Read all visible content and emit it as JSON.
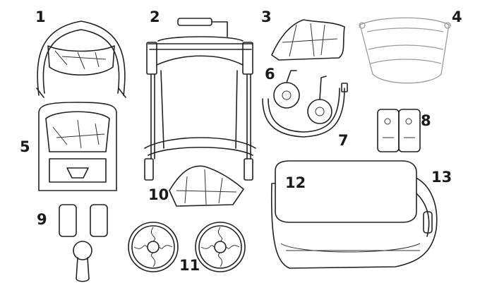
{
  "diagram": {
    "parts": [
      {
        "id": "p1",
        "number": "1",
        "icon": "canopy-icon"
      },
      {
        "id": "p2",
        "number": "2",
        "icon": "stroller-frame-icon"
      },
      {
        "id": "p3",
        "number": "3",
        "icon": "storage-basket-fabric-icon"
      },
      {
        "id": "p4",
        "number": "4",
        "icon": "footmuff-icon"
      },
      {
        "id": "p5",
        "number": "5",
        "icon": "seat-unit-icon"
      },
      {
        "id": "p6",
        "number": "6",
        "icon": "front-wheels-icon"
      },
      {
        "id": "p7",
        "number": "7",
        "icon": "bumper-bar-icon"
      },
      {
        "id": "p8",
        "number": "8",
        "icon": "car-seat-adapters-icon"
      },
      {
        "id": "p9",
        "number": "9",
        "icon": "shoulder-pads-and-buckle-icon"
      },
      {
        "id": "p10",
        "number": "10",
        "icon": "canopy-fabric-icon"
      },
      {
        "id": "p11",
        "number": "11",
        "icon": "rear-wheels-icon"
      },
      {
        "id": "p12",
        "number": "12",
        "icon": "carrycot-cover-icon"
      },
      {
        "id": "p13",
        "number": "13",
        "icon": "carrycot-icon"
      }
    ]
  }
}
